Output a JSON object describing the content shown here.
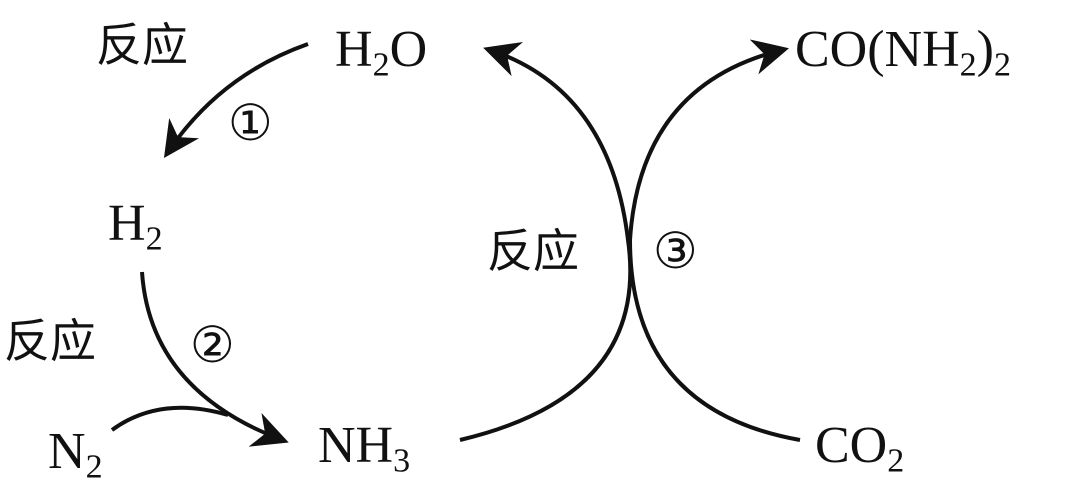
{
  "species": {
    "h2o": {
      "main": "H",
      "sub": "2",
      "tail": "O"
    },
    "h2": {
      "main": "H",
      "sub": "2"
    },
    "n2": {
      "main": "N",
      "sub": "2"
    },
    "nh3": {
      "main": "NH",
      "sub": "3"
    },
    "urea": {
      "p1": "CO(NH",
      "sub1": "2",
      "p2": ")",
      "sub2": "2"
    },
    "co2": {
      "main": "CO",
      "sub": "2"
    }
  },
  "reactions": {
    "r1": {
      "label": "反应",
      "number": "①"
    },
    "r2": {
      "label": "反应",
      "number": "②"
    },
    "r3": {
      "label": "反应",
      "number": "③"
    }
  }
}
